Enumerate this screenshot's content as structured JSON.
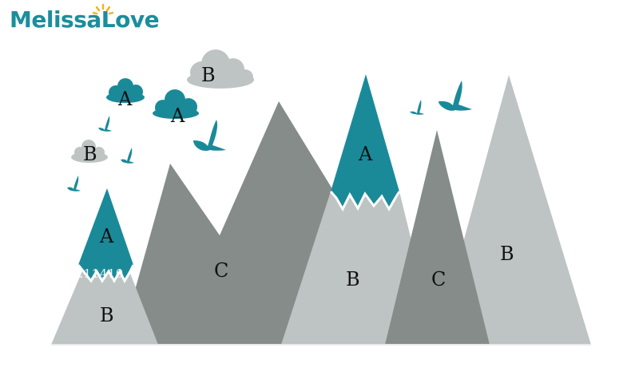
{
  "brand": {
    "part1": "Melissa",
    "part2": "Love",
    "color": "#1b8e9c",
    "sun_color": "#f2b21a"
  },
  "colors": {
    "teal": "#1a8a99",
    "light_gray": "#bec4c3",
    "dark_gray": "#868d8b",
    "mid_gray": "#9aa09f"
  },
  "labels": {
    "cloud_top": "B",
    "cloud_left_a": "A",
    "cloud_mid_a": "A",
    "cloud_left_b": "B",
    "peak_left_cap": "A",
    "peak_left_body": "B",
    "mountain_c_big": "C",
    "peak_center_cap": "A",
    "peak_center_body": "B",
    "mountain_c_right": "C",
    "mountain_b_right": "B"
  },
  "watermark": "Store No. 211410"
}
